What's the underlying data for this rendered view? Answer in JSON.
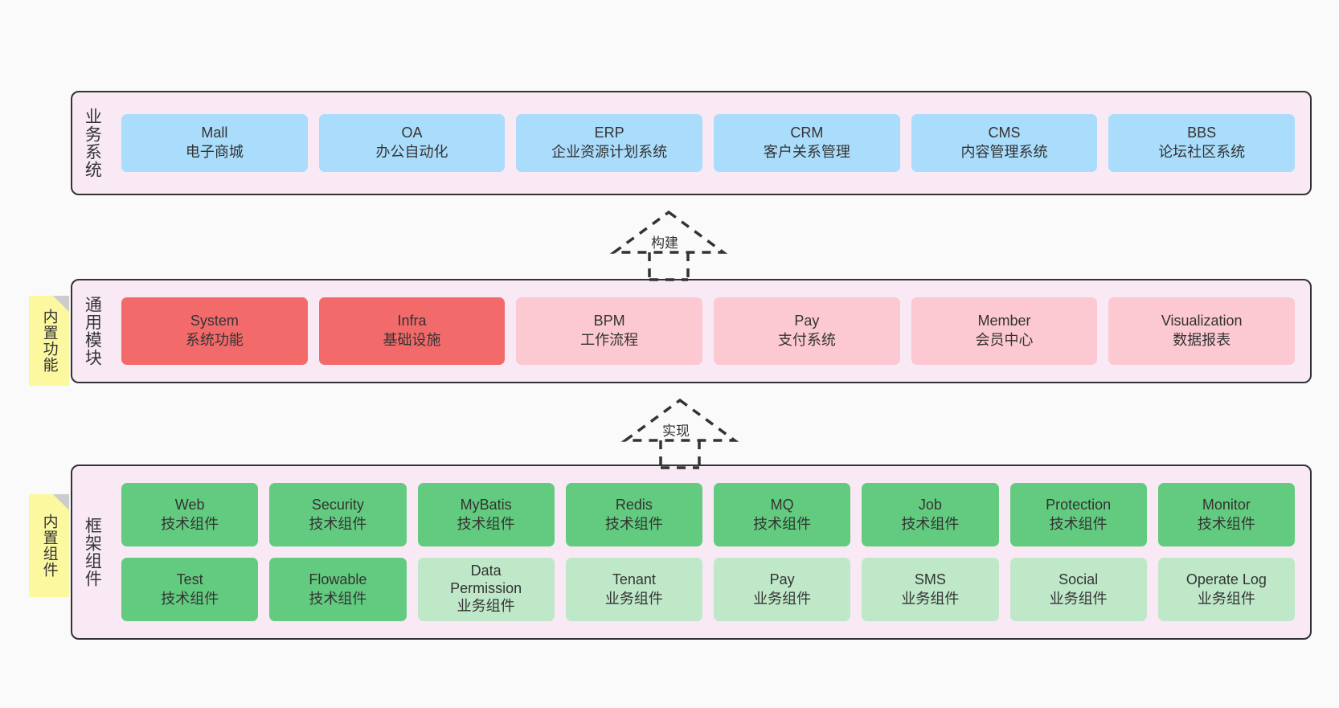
{
  "page": {
    "background": "#fafafa",
    "panel_fill": "#f8e9f4",
    "panel_border": "#333333"
  },
  "sections": [
    {
      "id": "business-system",
      "label": "业务系统",
      "rows": [
        {
          "style": "blue",
          "nodes": [
            {
              "title": "Mall",
              "subtitle": "电子商城"
            },
            {
              "title": "OA",
              "subtitle": "办公自动化"
            },
            {
              "title": "ERP",
              "subtitle": "企业资源计划系统"
            },
            {
              "title": "CRM",
              "subtitle": "客户关系管理"
            },
            {
              "title": "CMS",
              "subtitle": "内容管理系统"
            },
            {
              "title": "BBS",
              "subtitle": "论坛社区系统"
            }
          ]
        }
      ]
    },
    {
      "id": "common-modules",
      "label": "通用模块",
      "note": "内置功能",
      "rows": [
        {
          "style": "mixed",
          "nodes": [
            {
              "title": "System",
              "subtitle": "系统功能",
              "style": "redsol"
            },
            {
              "title": "Infra",
              "subtitle": "基础设施",
              "style": "redsol"
            },
            {
              "title": "BPM",
              "subtitle": "工作流程",
              "style": "redlt"
            },
            {
              "title": "Pay",
              "subtitle": "支付系统",
              "style": "redlt"
            },
            {
              "title": "Member",
              "subtitle": "会员中心",
              "style": "redlt"
            },
            {
              "title": "Visualization",
              "subtitle": "数据报表",
              "style": "redlt"
            }
          ]
        }
      ]
    },
    {
      "id": "framework-components",
      "label": "框架组件",
      "note": "内置组件",
      "rows": [
        {
          "style": "greensol",
          "nodes": [
            {
              "title": "Web",
              "subtitle": "技术组件"
            },
            {
              "title": "Security",
              "subtitle": "技术组件"
            },
            {
              "title": "MyBatis",
              "subtitle": "技术组件"
            },
            {
              "title": "Redis",
              "subtitle": "技术组件"
            },
            {
              "title": "MQ",
              "subtitle": "技术组件"
            },
            {
              "title": "Job",
              "subtitle": "技术组件"
            },
            {
              "title": "Protection",
              "subtitle": "技术组件"
            },
            {
              "title": "Monitor",
              "subtitle": "技术组件"
            }
          ]
        },
        {
          "style": "mixed",
          "nodes": [
            {
              "title": "Test",
              "subtitle": "技术组件",
              "style": "greensol"
            },
            {
              "title": "Flowable",
              "subtitle": "技术组件",
              "style": "greensol"
            },
            {
              "title": "Data Permission",
              "subtitle": "业务组件",
              "style": "greenlt"
            },
            {
              "title": "Tenant",
              "subtitle": "业务组件",
              "style": "greenlt"
            },
            {
              "title": "Pay",
              "subtitle": "业务组件",
              "style": "greenlt"
            },
            {
              "title": "SMS",
              "subtitle": "业务组件",
              "style": "greenlt"
            },
            {
              "title": "Social",
              "subtitle": "业务组件",
              "style": "greenlt"
            },
            {
              "title": "Operate Log",
              "subtitle": "业务组件",
              "style": "greenlt"
            }
          ]
        }
      ]
    }
  ],
  "connectors": [
    {
      "id": "connector-build",
      "label": "构建"
    },
    {
      "id": "connector-implement",
      "label": "实现"
    }
  ]
}
